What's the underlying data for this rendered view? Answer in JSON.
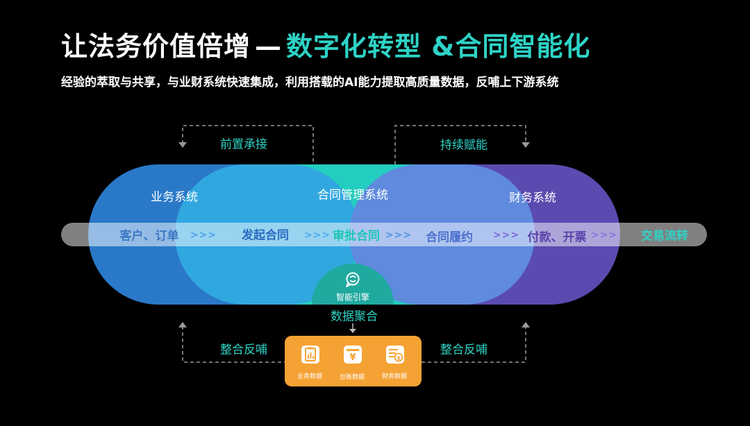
{
  "title": {
    "part1": "让法务价值倍增",
    "dash": "—",
    "part2": "数字化转型 &合同智能化"
  },
  "subtitle": "经验的萃取与共享，与业财系统快速集成，利用搭载的AI能力提取高质量数据，反哺上下游系统",
  "top_loops": {
    "left": "前置承接",
    "right": "持续赋能"
  },
  "circles": {
    "left": "业务系统",
    "center": "合同管理系统",
    "right": "财务系统"
  },
  "flow": {
    "step1": "客户、订单",
    "step2": "发起合同",
    "step3": "审批合同",
    "step4": "合同履约",
    "step5": "付款、开票",
    "step6": "交易流转",
    "arrow": ">>>"
  },
  "engine": {
    "label": "智能引擎"
  },
  "aggregation": "数据聚合",
  "bottom_loops": {
    "left": "整合反哺",
    "right": "整合反哺"
  },
  "data_items": [
    "业务数据",
    "台账数据",
    "财务数据"
  ],
  "colors": {
    "accent_teal": "#2ed3c6",
    "business_blue": "#2a79c9",
    "contract_teal": "#23cdbf",
    "finance_purple": "#5a4bb0",
    "orange": "#f5a234"
  }
}
